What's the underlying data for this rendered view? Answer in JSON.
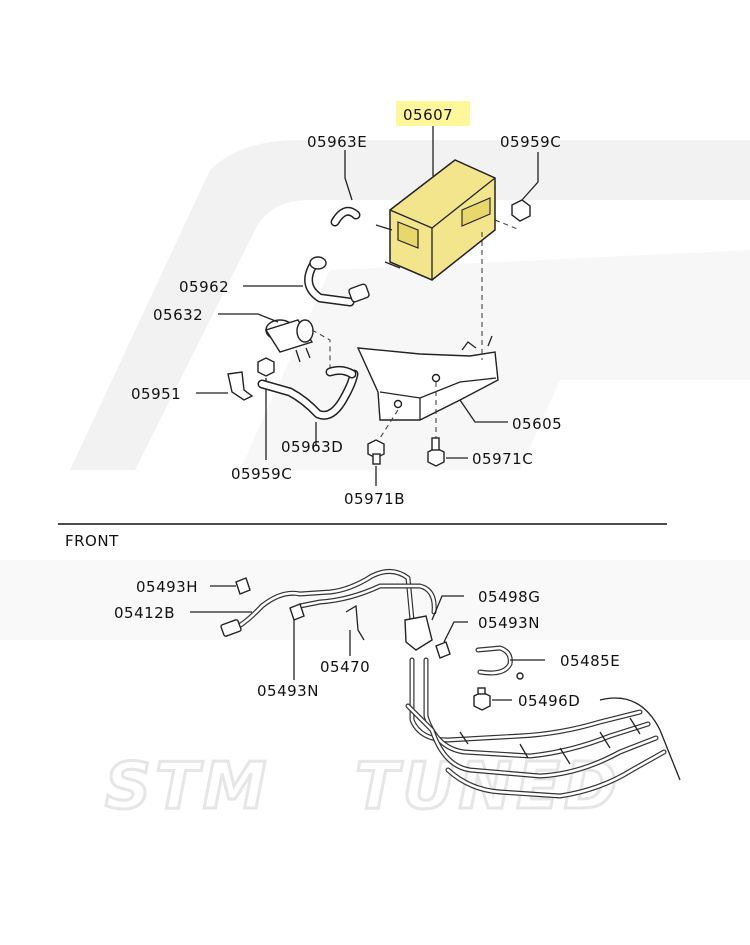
{
  "watermark": {
    "brand_a": "STM",
    "brand_b": "TUNED"
  },
  "section_label": "FRONT",
  "highlight": {
    "part": "05607",
    "color": "#fff79a"
  },
  "parts": {
    "p05607": "05607",
    "p05963E": "05963E",
    "p05959C_top": "05959C",
    "p05962": "05962",
    "p05632": "05632",
    "p05951": "05951",
    "p05963D": "05963D",
    "p05959C_bottom": "05959C",
    "p05605": "05605",
    "p05971C": "05971C",
    "p05971B": "05971B",
    "p05493H": "05493H",
    "p05412B": "05412B",
    "p05498G": "05498G",
    "p05493N_right": "05493N",
    "p05470": "05470",
    "p05485E": "05485E",
    "p05493N_left": "05493N",
    "p05496D": "05496D"
  }
}
